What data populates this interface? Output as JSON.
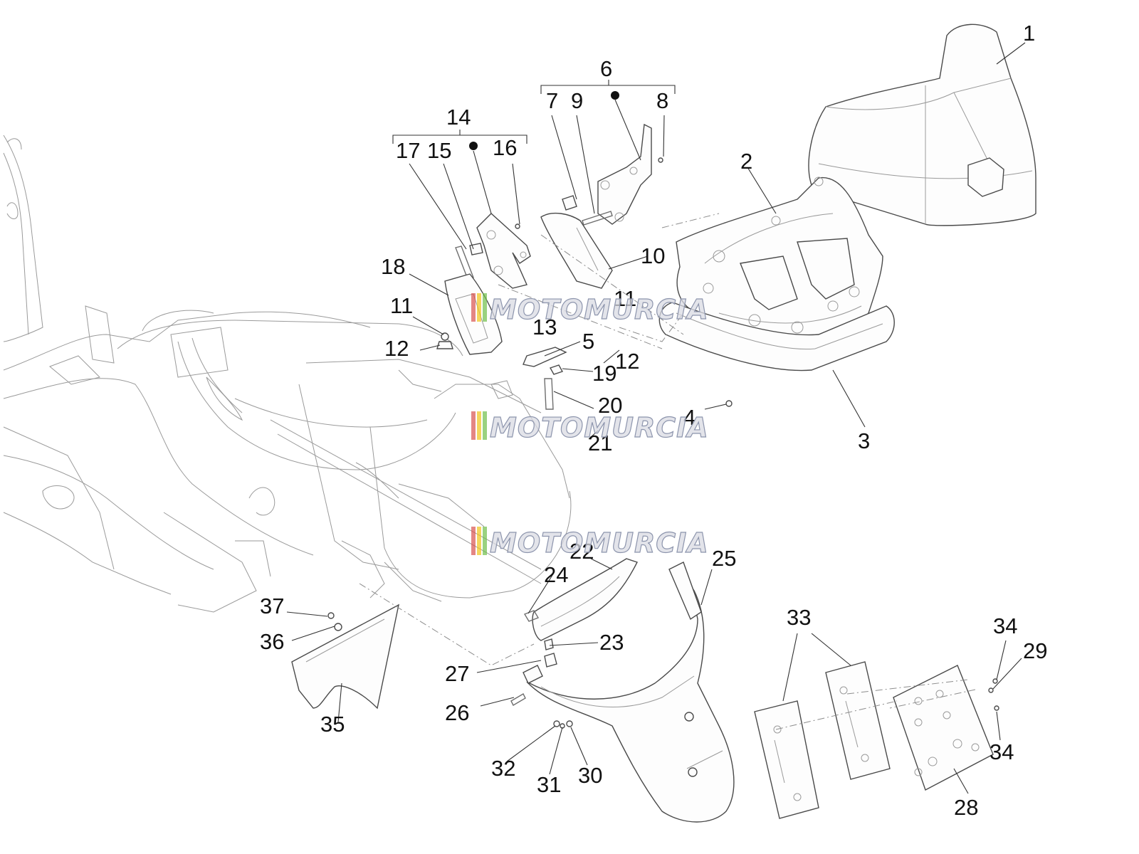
{
  "diagram": {
    "callouts": [
      {
        "id": "1",
        "text": "1"
      },
      {
        "id": "2",
        "text": "2"
      },
      {
        "id": "3",
        "text": "3"
      },
      {
        "id": "4",
        "text": "4"
      },
      {
        "id": "5",
        "text": "5"
      },
      {
        "id": "6",
        "text": "6"
      },
      {
        "id": "7",
        "text": "7"
      },
      {
        "id": "8",
        "text": "8"
      },
      {
        "id": "9",
        "text": "9"
      },
      {
        "id": "10",
        "text": "10"
      },
      {
        "id": "11a",
        "text": "11"
      },
      {
        "id": "11b",
        "text": "11"
      },
      {
        "id": "12a",
        "text": "12"
      },
      {
        "id": "12b",
        "text": "12"
      },
      {
        "id": "13",
        "text": "13"
      },
      {
        "id": "14",
        "text": "14"
      },
      {
        "id": "15",
        "text": "15"
      },
      {
        "id": "16",
        "text": "16"
      },
      {
        "id": "17",
        "text": "17"
      },
      {
        "id": "18",
        "text": "18"
      },
      {
        "id": "19",
        "text": "19"
      },
      {
        "id": "20",
        "text": "20"
      },
      {
        "id": "21",
        "text": "21"
      },
      {
        "id": "22",
        "text": "22"
      },
      {
        "id": "23",
        "text": "23"
      },
      {
        "id": "24",
        "text": "24"
      },
      {
        "id": "25",
        "text": "25"
      },
      {
        "id": "26",
        "text": "26"
      },
      {
        "id": "27",
        "text": "27"
      },
      {
        "id": "28",
        "text": "28"
      },
      {
        "id": "29",
        "text": "29"
      },
      {
        "id": "30",
        "text": "30"
      },
      {
        "id": "31",
        "text": "31"
      },
      {
        "id": "32",
        "text": "32"
      },
      {
        "id": "33",
        "text": "33"
      },
      {
        "id": "34a",
        "text": "34"
      },
      {
        "id": "34b",
        "text": "34"
      },
      {
        "id": "35",
        "text": "35"
      },
      {
        "id": "36",
        "text": "36"
      },
      {
        "id": "37",
        "text": "37"
      }
    ],
    "watermark": "MOTOMURCIA"
  },
  "colors": {
    "outline": "#4a4a4a",
    "text": "#111111",
    "watermark_red": "#d9534f",
    "watermark_yellow": "#f0c419",
    "watermark_green": "#6fbf4a"
  }
}
